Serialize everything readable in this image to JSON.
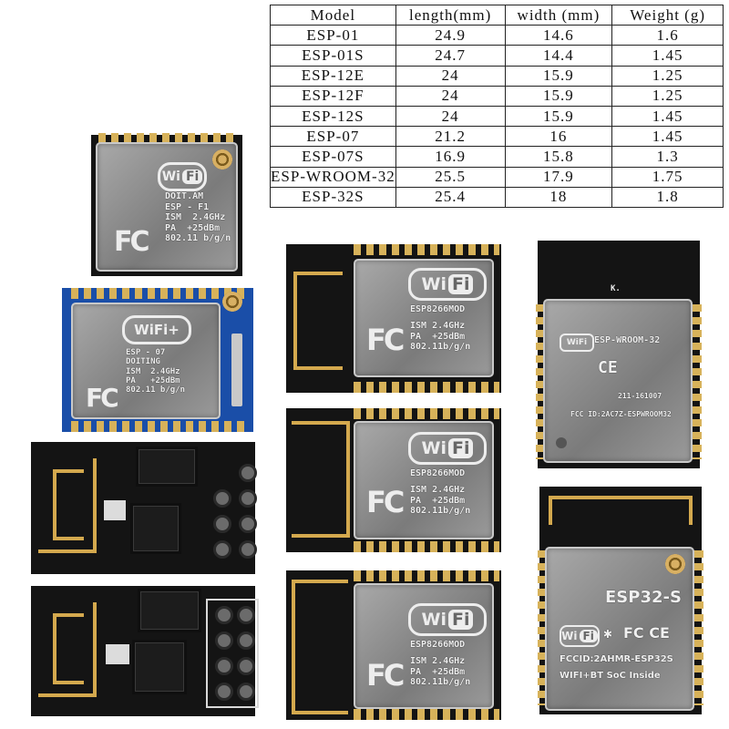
{
  "table": {
    "headers": [
      "Model",
      "length(mm)",
      "width (mm)",
      "Weight (g)"
    ],
    "rows": [
      [
        "ESP-01",
        "24.9",
        "14.6",
        "1.6"
      ],
      [
        "ESP-01S",
        "24.7",
        "14.4",
        "1.45"
      ],
      [
        "ESP-12E",
        "24",
        "15.9",
        "1.25"
      ],
      [
        "ESP-12F",
        "24",
        "15.9",
        "1.25"
      ],
      [
        "ESP-12S",
        "24",
        "15.9",
        "1.45"
      ],
      [
        "ESP-07",
        "21.2",
        "16",
        "1.45"
      ],
      [
        "ESP-07S",
        "16.9",
        "15.8",
        "1.3"
      ],
      [
        "ESP-WROOM-32",
        "25.5",
        "17.9",
        "1.75"
      ],
      [
        "ESP-32S",
        "25.4",
        "18",
        "1.8"
      ]
    ]
  },
  "modules": {
    "f1": {
      "wifi": "Wi",
      "fi": "Fi",
      "fc": "FC",
      "text": "DOIT.AM\nESP - F1\nISM  2.4GHz\nPA  +25dBm\n802.11 b/g/n"
    },
    "esp07": {
      "wifi": "WiFi+",
      "fc": "FC",
      "text": "ESP - 07\nDOITING\nISM  2.4GHz\nPA   +25dBm\n802.11 b/g/n"
    },
    "esp8266": {
      "wifi": "Wi",
      "fi": "Fi",
      "fc": "FC",
      "name": "ESP8266MOD",
      "spec": "ISM 2.4GHz\nPA  +25dBm\n802.11b/g/n"
    },
    "wroom": {
      "wifi": "WiFi",
      "name": "ESP-WROOM-32",
      "ce": "CE",
      "cert": "211-161007",
      "fcc": "FCC ID:2AC7Z-ESPWROOM32",
      "k": "K."
    },
    "esp32s": {
      "name": "ESP32-S",
      "wifi": "Wi",
      "fi": "Fi",
      "marks": "FC CE",
      "fcc": "FCCID:2AHMR-ESP32S",
      "tag": "WIFI+BT SoC Inside"
    }
  },
  "colors": {
    "gold": "#d4a94e",
    "blue_pcb": "#1a4ea8",
    "black_pcb": "#141414",
    "shield": "#8e8e8e"
  }
}
